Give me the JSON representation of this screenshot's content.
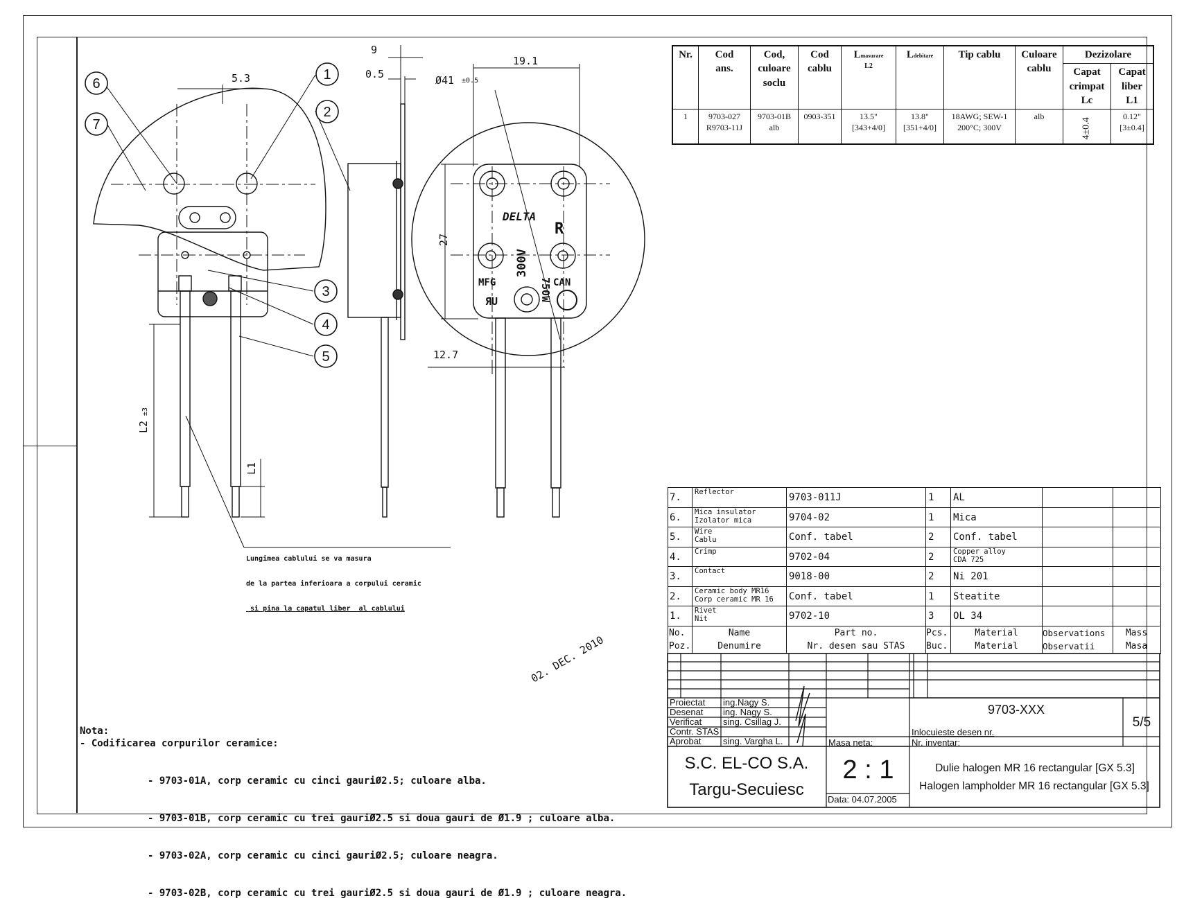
{
  "spec_table": {
    "headers": {
      "nr": "Nr.",
      "cod_ans": [
        "Cod",
        "ans."
      ],
      "cod_culoare_soclu": [
        "Cod,",
        "culoare",
        "soclu"
      ],
      "cod_cablu": [
        "Cod",
        "cablu"
      ],
      "l_masurare": "L",
      "l_masurare_sub": "masurare",
      "l_masurare_sub2": "L2",
      "l_debitare": "L",
      "l_debitare_sub": "debitare",
      "tip_cablu": "Tip cablu",
      "culoare_cablu": [
        "Culoare",
        "cablu"
      ],
      "dezizolare": "Dezizolare",
      "capat_crimpat": [
        "Capat",
        "crimpat",
        "Lc"
      ],
      "capat_liber": [
        "Capat",
        "liber",
        "L1"
      ]
    },
    "row": {
      "nr": "1",
      "cod_ans": [
        "9703-027",
        "R9703-11J"
      ],
      "cod_culoare_soclu": [
        "9703-01B",
        "alb"
      ],
      "cod_cablu": "0903-351",
      "l_masurare": [
        "13.5\"",
        "[343+4/0]"
      ],
      "l_debitare": [
        "13.8\"",
        "[351+4/0]"
      ],
      "tip_cablu": [
        "18AWG; SEW-1",
        "200°C; 300V"
      ],
      "culoare_cablu": "alb",
      "capat_crimpat": "4±0.4",
      "capat_liber": [
        "0.12\"",
        "[3±0.4]"
      ]
    }
  },
  "drawing": {
    "dims": {
      "d_5_3": "5.3",
      "d_9": "9",
      "d_0_5": "0.5",
      "d_19_1": "19.1",
      "d_41": "Ø41",
      "d_41_tol": "±0.5",
      "d_27": "27",
      "d_12_7": "12.7",
      "d_l2": "L2",
      "d_l2_tol": "±3",
      "d_l1": "L1"
    },
    "callouts": [
      "1",
      "2",
      "3",
      "4",
      "5",
      "6",
      "7"
    ],
    "markings": {
      "brand": "DELTA",
      "r": "R",
      "voltage": "300V",
      "power": "750W",
      "mfg": "MFG",
      "ru": "ЯU",
      "can": "CAN"
    },
    "cable_note": [
      "Lungimea cablului se va masura",
      "de la partea inferioara a corpului ceramic",
      " si pina la capatul liber  al cablului"
    ],
    "stamp_date": "02. DEC. 2010"
  },
  "bom": {
    "rows": [
      {
        "no": "7.",
        "name": [
          "Reflector",
          ""
        ],
        "part": "9703-011J",
        "pcs": "1",
        "material": "AL",
        "material_small": false
      },
      {
        "no": "6.",
        "name": [
          "Mica insulator",
          "Izolator mica"
        ],
        "part": "9704-02",
        "pcs": "1",
        "material": "Mica",
        "material_small": false
      },
      {
        "no": "5.",
        "name": [
          "Wire",
          "Cablu"
        ],
        "part": "Conf. tabel",
        "pcs": "2",
        "material": "Conf. tabel",
        "material_small": false
      },
      {
        "no": "4.",
        "name": [
          "Crimp",
          ""
        ],
        "part": "9702-04",
        "pcs": "2",
        "material": [
          "Copper alloy",
          "CDA 725"
        ],
        "material_small": true
      },
      {
        "no": "3.",
        "name": [
          "Contact",
          ""
        ],
        "part": "9018-00",
        "pcs": "2",
        "material": "Ni 201",
        "material_small": false
      },
      {
        "no": "2.",
        "name": [
          "Ceramic body MR16",
          "Corp ceramic MR 16"
        ],
        "part": "Conf. tabel",
        "pcs": "1",
        "material": "Steatite",
        "material_small": false
      },
      {
        "no": "1.",
        "name": [
          "Rivet",
          "Nit"
        ],
        "part": "9702-10",
        "pcs": "3",
        "material": "OL 34",
        "material_small": false
      }
    ],
    "header": {
      "no": [
        "No.",
        "Poz."
      ],
      "name": [
        "Name",
        "Denumire"
      ],
      "part": [
        "Part no.",
        "Nr. desen sau STAS"
      ],
      "pcs": [
        "Pcs.",
        "Buc."
      ],
      "material": [
        "Material",
        "Material"
      ],
      "observations": [
        "Observations",
        "Observatii"
      ],
      "mass": [
        "Mass",
        "Masa"
      ]
    }
  },
  "title_block": {
    "roles": [
      "Proiectat",
      "Desenat",
      "Verificat",
      "Contr. STAS",
      "Aprobat"
    ],
    "names": [
      "ing.Nagy S.",
      "ing. Nagy S.",
      "sing. Csillag J.",
      "",
      "sing. Vargha L."
    ],
    "masa_neta": "Masa neta:",
    "scale": "2 : 1",
    "date": "Data: 04.07.2005",
    "company": "S.C. EL-CO S.A.",
    "city": "Targu-Secuiesc",
    "drawing_no": "9703-XXX",
    "sheet": "5/5",
    "replaces": "Inlocuieste desen nr.",
    "inventory": "Nr. inventar:",
    "title_ro": "Dulie halogen MR 16 rectangular [GX 5.3]",
    "title_en": "Halogen lampholder MR 16 rectangular  [GX 5.3]"
  },
  "notes": {
    "heading": "Nota:",
    "intro": "- Codificarea corpurilor ceramice:",
    "items": [
      "- 9703-01A, corp ceramic cu cinci gauriØ2.5; culoare alba.",
      "- 9703-01B, corp ceramic cu trei gauriØ2.5 si doua gauri de Ø1.9 ; culoare alba.",
      "- 9703-02A, corp ceramic cu cinci gauriØ2.5; culoare neagra.",
      "- 9703-02B, corp ceramic cu trei gauriØ2.5 si doua gauri de Ø1.9 ; culoare neagra."
    ]
  }
}
